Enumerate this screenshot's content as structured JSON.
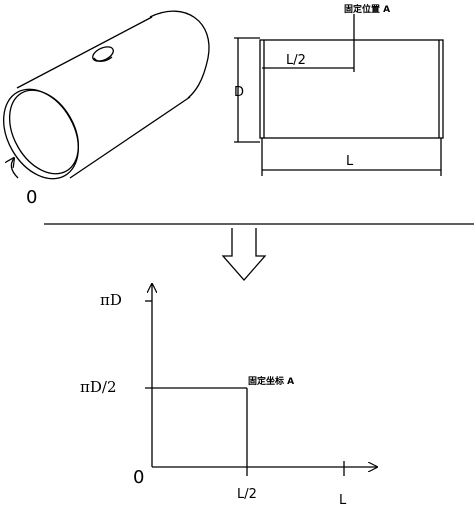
{
  "top_left": {
    "origin_label": "0"
  },
  "top_right": {
    "dim_d": "D",
    "dim_half": "L/2",
    "dim_l": "L",
    "fixed_position": "固定位置 A"
  },
  "graph": {
    "y_top": "πD",
    "y_mid": "πD/2",
    "origin": "0",
    "x_mid": "L/2",
    "x_end": "L",
    "fixed_coord": "固定坐标 A"
  }
}
